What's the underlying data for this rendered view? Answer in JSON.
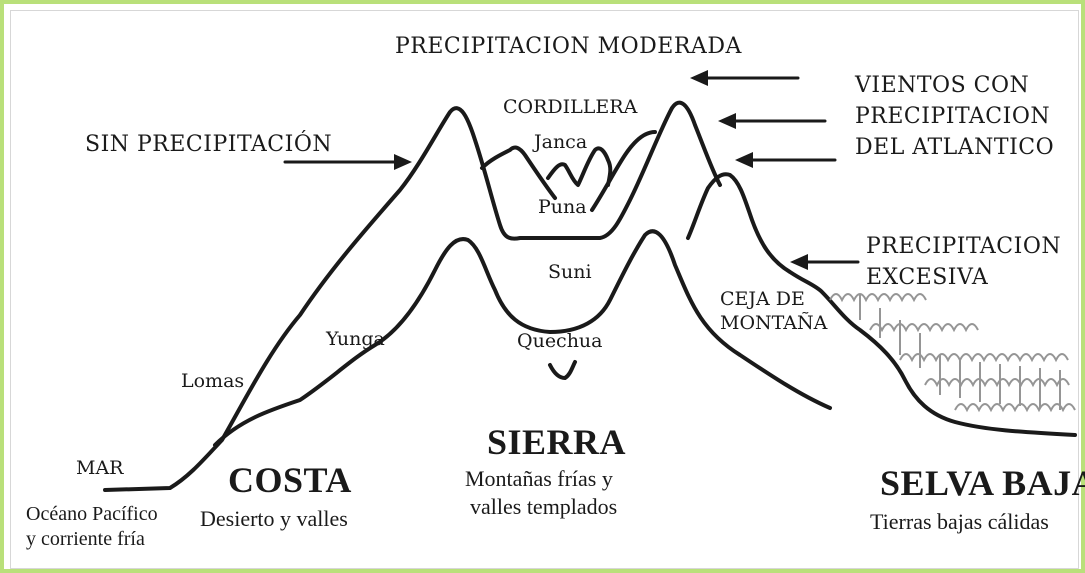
{
  "labels": {
    "precipitacion_moderada": "PRECIPITACION MODERADA",
    "sin_precipitacion": "SIN PRECIPITACIÓN",
    "vientos_1": "VIENTOS CON",
    "vientos_2": "PRECIPITACION",
    "vientos_3": "DEL ATLANTICO",
    "excesiva_1": "PRECIPITACION",
    "excesiva_2": "EXCESIVA",
    "cordillera": "CORDILLERA",
    "janca": "Janca",
    "puna": "Puna",
    "suni": "Suni",
    "quechua": "Quechua",
    "yunga": "Yunga",
    "lomas": "Lomas",
    "mar": "MAR",
    "ceja_1": "CEJA DE",
    "ceja_2": "MONTAÑA"
  },
  "zones": {
    "costa": {
      "name": "COSTA",
      "desc": "Desierto y valles"
    },
    "sierra": {
      "name": "SIERRA",
      "desc_1": "Montañas frías y",
      "desc_2": "valles templados"
    },
    "selva": {
      "name": "SELVA BAJA",
      "desc": "Tierras bajas cálidas"
    },
    "oceano": {
      "line_1": "Océano Pacífico",
      "line_2": "y corriente fría"
    }
  },
  "colors": {
    "border": "#b9e07a",
    "ink": "#1a1a1a",
    "forest": "#8a8a8a"
  }
}
